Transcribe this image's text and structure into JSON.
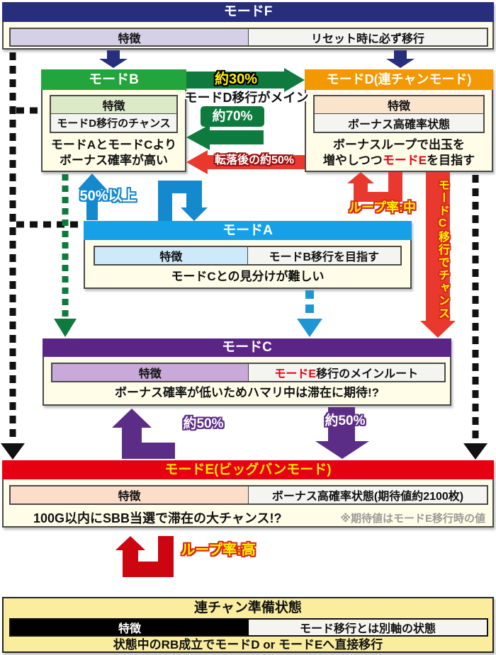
{
  "colors": {
    "navy": "#272E7C",
    "green_header": "#22A53C",
    "green_arrow": "#0E7A3D",
    "orange": "#F39800",
    "blue_header": "#16A0E8",
    "blue_arrow": "#1489CE",
    "purple_header": "#5A2584",
    "purple_arrow": "#5C2D87",
    "red_header": "#E60012",
    "red_arrow": "#E9392F",
    "red_loop": "#CC0511",
    "cream": "#FFFDE8",
    "label_yellow": "#FFF100",
    "ready_yellow": "#FAEE9E"
  },
  "boxes": {
    "mode_f": {
      "title": "モードF",
      "feature_label": "特徴",
      "feature_value": "リセット時に必ず移行"
    },
    "mode_b": {
      "title": "モードB",
      "feature_label": "特徴",
      "feature_value": "モードD移行のチャンス",
      "description": "モードAとモードCより\nボーナス確率が高い"
    },
    "mode_d": {
      "title": "モードD(連チャンモード)",
      "feature_label": "特徴",
      "feature_value": "ボーナス高確率状態",
      "desc_line1": "ボーナスループで出玉を",
      "desc2_pre": "増やしつつ",
      "desc2_highlight": "モードE",
      "desc2_post": "を目指す"
    },
    "mode_a": {
      "title": "モードA",
      "feature_label": "特徴",
      "feature_value": "モードB移行を目指す",
      "description": "モードCとの見分けが難しい"
    },
    "mode_c": {
      "title": "モードC",
      "feature_label": "特徴",
      "feature_highlight": "モードE",
      "feature_rest": "移行のメインルート",
      "description": "ボーナス確率が低いためハマリ中は滞在に期待!?"
    },
    "mode_e": {
      "title": "モードE(ビッグバンモード)",
      "feature_label": "特徴",
      "feature_value": "ボーナス高確率状態(期待値約2100枚)",
      "description": "100G以内にSBB当選で滞在の大チャンス!?",
      "note": "※期待値はモードE移行時の値"
    },
    "ready_state": {
      "title": "連チャン準備状態",
      "feature_label": "特徴",
      "feature_value": "モード移行とは別軸の状態",
      "description": "状態中のRB成立でモードD or モードEへ直接移行"
    }
  },
  "arrows": {
    "b_to_d_pct": "約30%",
    "b_to_d_note": "モードD移行がメイン",
    "d_to_b_pct": "約70%",
    "d_to_b_drop": "転落後の約50%",
    "a_to_b_pct": "50%以上",
    "d_loop_label": "ループ率:中",
    "d_to_c_label": "モードC移行でチャンス",
    "e_to_c_pct": "約50%",
    "c_to_e_pct": "約50%",
    "e_loop_label": "ループ率:高"
  }
}
